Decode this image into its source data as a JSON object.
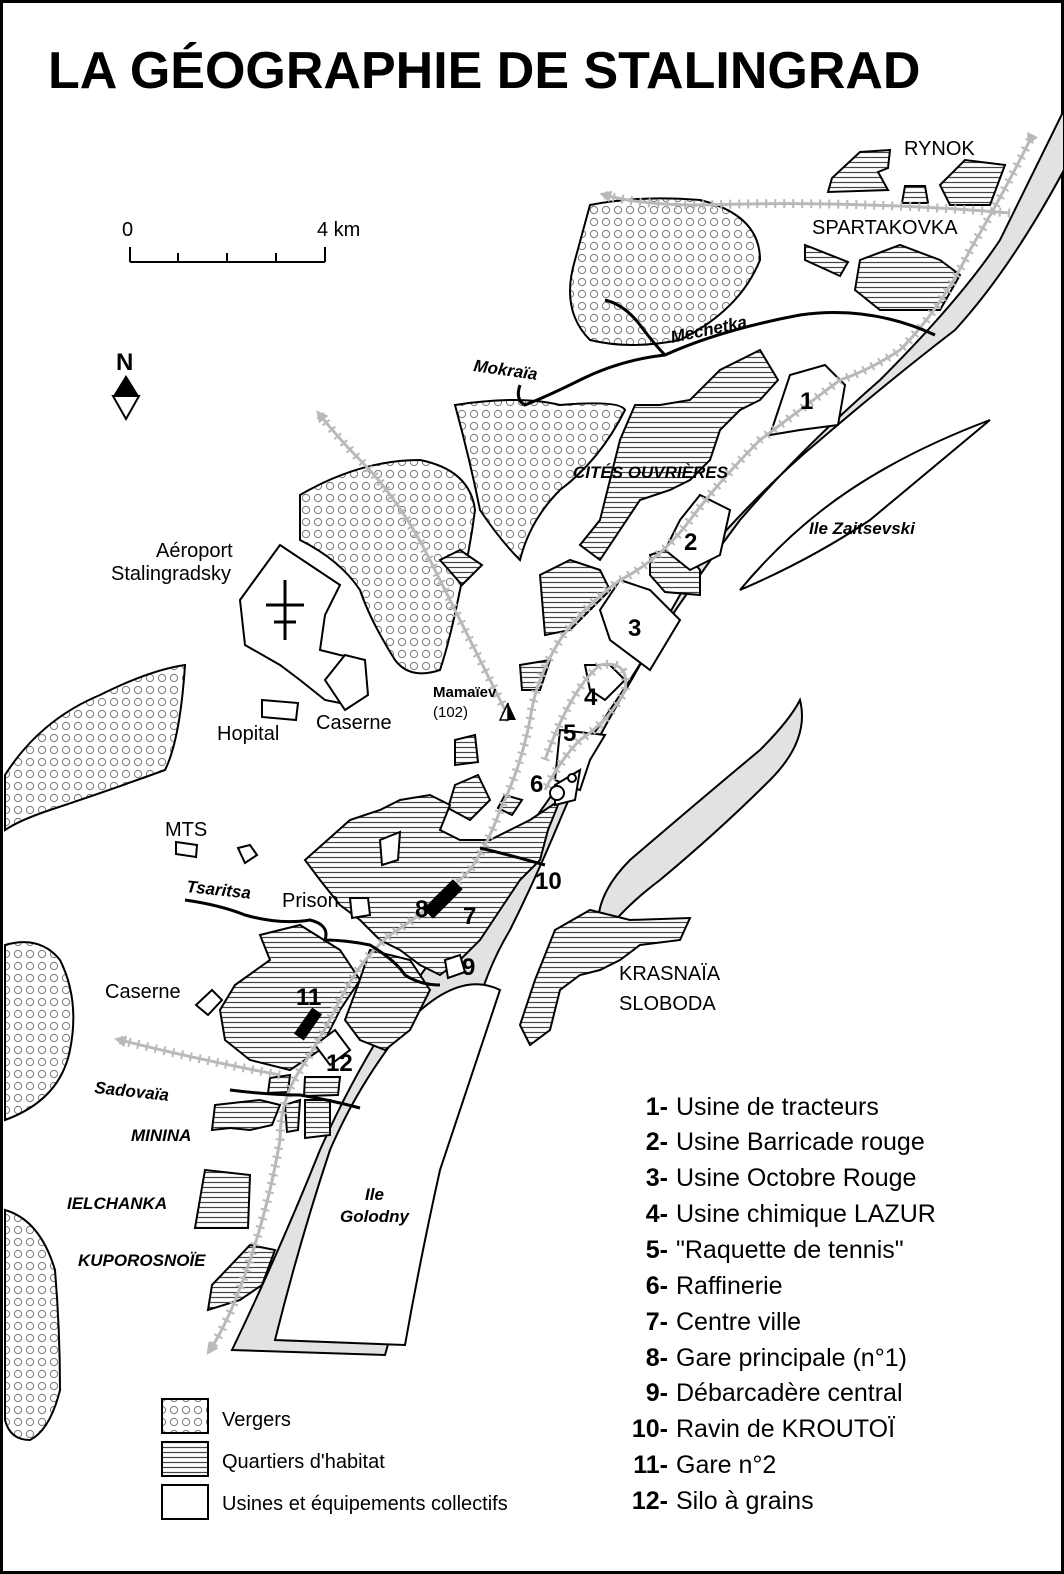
{
  "title": "LA GÉOGRAPHIE DE STALINGRAD",
  "scale": {
    "start": "0",
    "end": "4 km"
  },
  "north": "N",
  "places": {
    "rynok": "RYNOK",
    "spartakovka": "SPARTAKOVKA",
    "cites_ouvrieres": "CITÉS OUVRIÈRES",
    "ile_zaitsevski": "Ile Zaitsevski",
    "aeroport_line1": "Aéroport",
    "aeroport_line2": "Stalingradsky",
    "hopital": "Hopital",
    "caserne_north": "Caserne",
    "mamaiev": "Mamaïev",
    "mamaiev_height": "(102)",
    "mts": "MTS",
    "prison": "Prison",
    "caserne_south": "Caserne",
    "krasnaia_line1": "KRASNAÏA",
    "krasnaia_line2": "SLOBODA",
    "minina": "MININA",
    "ielchanka": "IELCHANKA",
    "kuporosnoie": "KUPOROSNOÏE",
    "ile_golodny_line1": "Ile",
    "ile_golodny_line2": "Golodny"
  },
  "rivers": {
    "mechetka": "Mechetka",
    "mokraia": "Mokraïa",
    "tsaritsa": "Tsaritsa",
    "sadovaia": "Sadovaïa"
  },
  "markers": [
    "1",
    "2",
    "3",
    "4",
    "5",
    "6",
    "7",
    "8",
    "9",
    "10",
    "11",
    "12"
  ],
  "key": [
    {
      "num": "1-",
      "text": "Usine de tracteurs"
    },
    {
      "num": "2-",
      "text": "Usine Barricade rouge"
    },
    {
      "num": "3-",
      "text": "Usine Octobre Rouge"
    },
    {
      "num": "4-",
      "text": "Usine chimique LAZUR"
    },
    {
      "num": "5-",
      "text": "\"Raquette de tennis\""
    },
    {
      "num": "6-",
      "text": "Raffinerie"
    },
    {
      "num": "7-",
      "text": "Centre ville"
    },
    {
      "num": "8-",
      "text": "Gare principale (n°1)"
    },
    {
      "num": "9-",
      "text": "Débarcadère central"
    },
    {
      "num": "10-",
      "text": "Ravin de KROUTOÏ"
    },
    {
      "num": "11-",
      "text": "Gare n°2"
    },
    {
      "num": "12-",
      "text": "Silo à grains"
    }
  ],
  "legend": [
    "Vergers",
    "Quartiers d'habitat",
    "Usines et équipements collectifs"
  ],
  "colors": {
    "water": "#e2e2e2",
    "railway": "#b9b9b9",
    "ink": "#000000"
  }
}
